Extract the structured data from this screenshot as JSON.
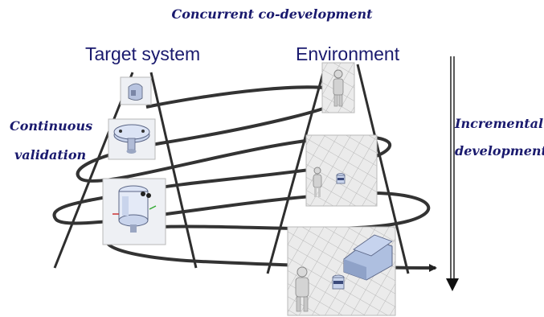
{
  "title": "Concurrent co-development",
  "columns": {
    "target": "Target system",
    "environment": "Environment"
  },
  "side_labels": {
    "continuous_validation": [
      "Continuous",
      "validation"
    ],
    "incremental_development": [
      "Incremental",
      "development"
    ]
  },
  "colors": {
    "text": "#1a1a6e",
    "lines": "#2e2e2e",
    "spiral": "#333333",
    "robot_body": "#c9d4ec",
    "floor": "#e6e6e6"
  },
  "icons": [
    "robot-part-icon",
    "robot-base-icon",
    "robot-full-icon",
    "human-figure-icon",
    "robot-small-icon",
    "sofa-icon"
  ]
}
